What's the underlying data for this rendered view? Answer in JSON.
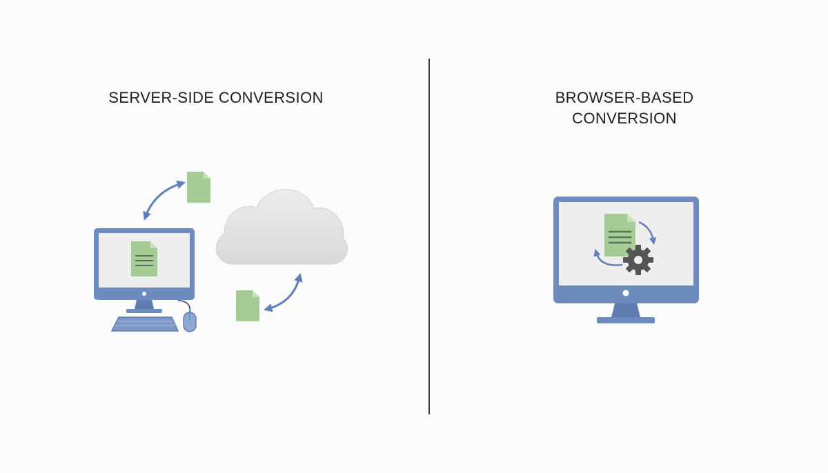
{
  "left_panel": {
    "title": "SERVER-SIDE CONVERSION"
  },
  "right_panel": {
    "title_line1": "BROWSER-BASED",
    "title_line2": "CONVERSION"
  },
  "colors": {
    "background": "#fbfbfb",
    "monitor_blue": "#6e8bbd",
    "screen_gray": "#eeeeee",
    "document_green": "#a6cc96",
    "document_fold": "#c8e0bb",
    "document_lines": "#59705a",
    "arrow_blue": "#6180b8",
    "cloud_gray": "#e0e0e0",
    "gear_gray": "#555555",
    "divider": "#3a3a3a"
  },
  "icons": {
    "left_computer": "desktop-computer-icon",
    "cloud": "cloud-icon",
    "documents": "document-icon",
    "arrows": "curved-double-arrow-icon",
    "right_computer": "monitor-icon",
    "gear": "gear-icon"
  }
}
